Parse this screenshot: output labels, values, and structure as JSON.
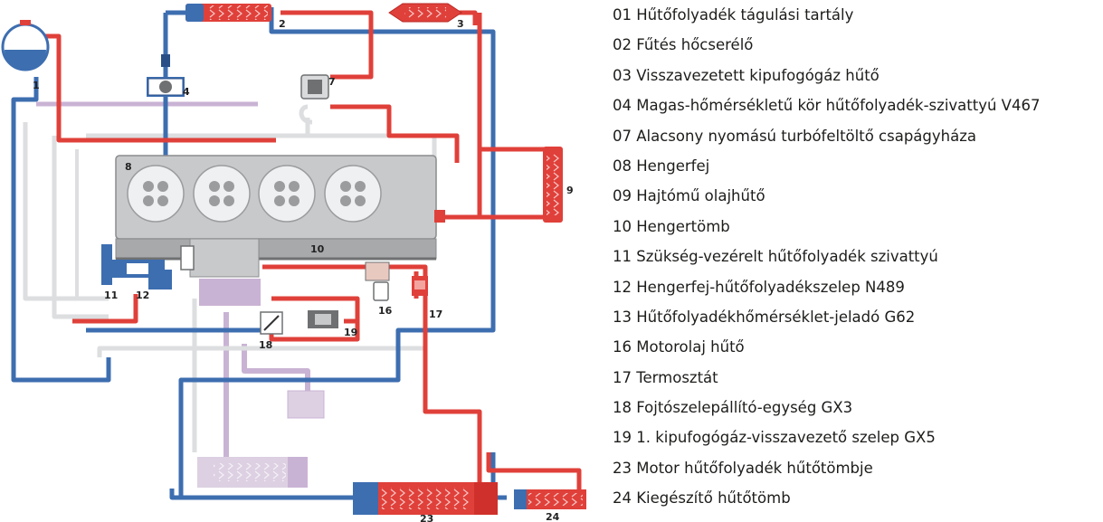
{
  "colors": {
    "hot": "#e0403a",
    "hot_dark": "#b82a25",
    "cold": "#3d6eb0",
    "cold_dark": "#2a4f87",
    "lilac": "#c9b3d4",
    "lilac_light": "#dcd0e2",
    "block": "#c8c9cb",
    "block_dark": "#6e7072",
    "grey_line": "#d8dadc"
  },
  "diagram": {
    "callouts": [
      "1",
      "2",
      "3",
      "4",
      "7",
      "8",
      "9",
      "10",
      "11",
      "12",
      "16",
      "17",
      "18",
      "19",
      "23",
      "24"
    ]
  },
  "legend": [
    "01 Hűtőfolyadék tágulási tartály",
    "02 Fűtés hőcserélő",
    "03 Visszavezetett kipufogógáz hűtő",
    "04 Magas-hőmérsékletű kör hűtőfolyadék-szivattyú V467",
    "07 Alacsony nyomású turbófeltöltő csapágyháza",
    "08 Hengerfej",
    "09 Hajtómű olajhűtő",
    "10 Hengertömb",
    "11 Szükség-vezérelt hűtőfolyadék szivattyú",
    "12 Hengerfej-hűtőfolyadékszelep N489",
    "13 Hűtőfolyadékhőmérséklet-jeladó G62",
    "16 Motorolaj hűtő",
    "17 Termosztát",
    "18 Fojtószelepállító-egység GX3",
    "19 1. kipufogógáz-visszavezető szelep GX5",
    "23 Motor hűtőfolyadék hűtőtömbje",
    "24 Kiegészítő hűtőtömb"
  ]
}
